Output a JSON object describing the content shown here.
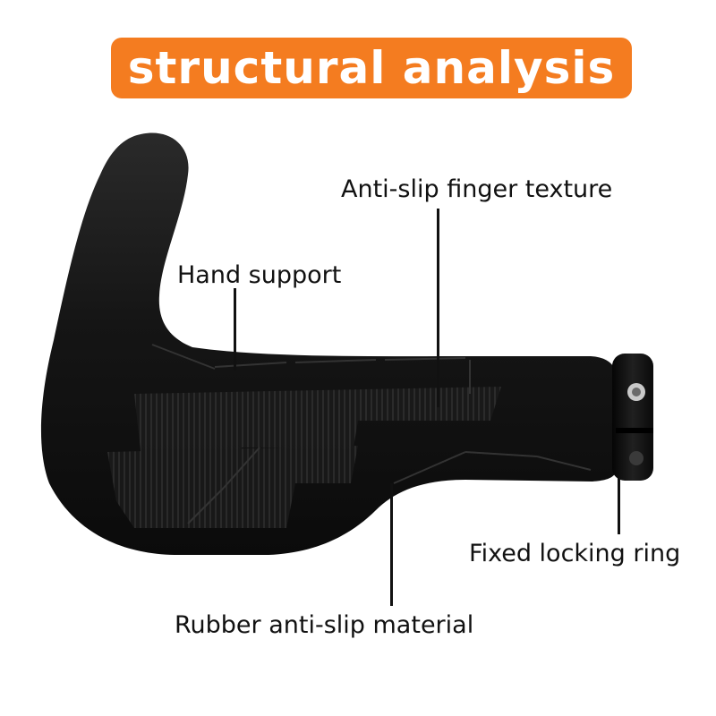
{
  "title": "structural analysis",
  "colors": {
    "title_bg": "#f47c20",
    "title_text": "#ffffff",
    "label_text": "#111111",
    "product": "#151515"
  },
  "callouts": {
    "hand_support": "Hand support",
    "finger_texture": "Anti-slip finger texture",
    "locking_ring": "Fixed locking ring",
    "rubber_material": "Rubber anti-slip material"
  }
}
